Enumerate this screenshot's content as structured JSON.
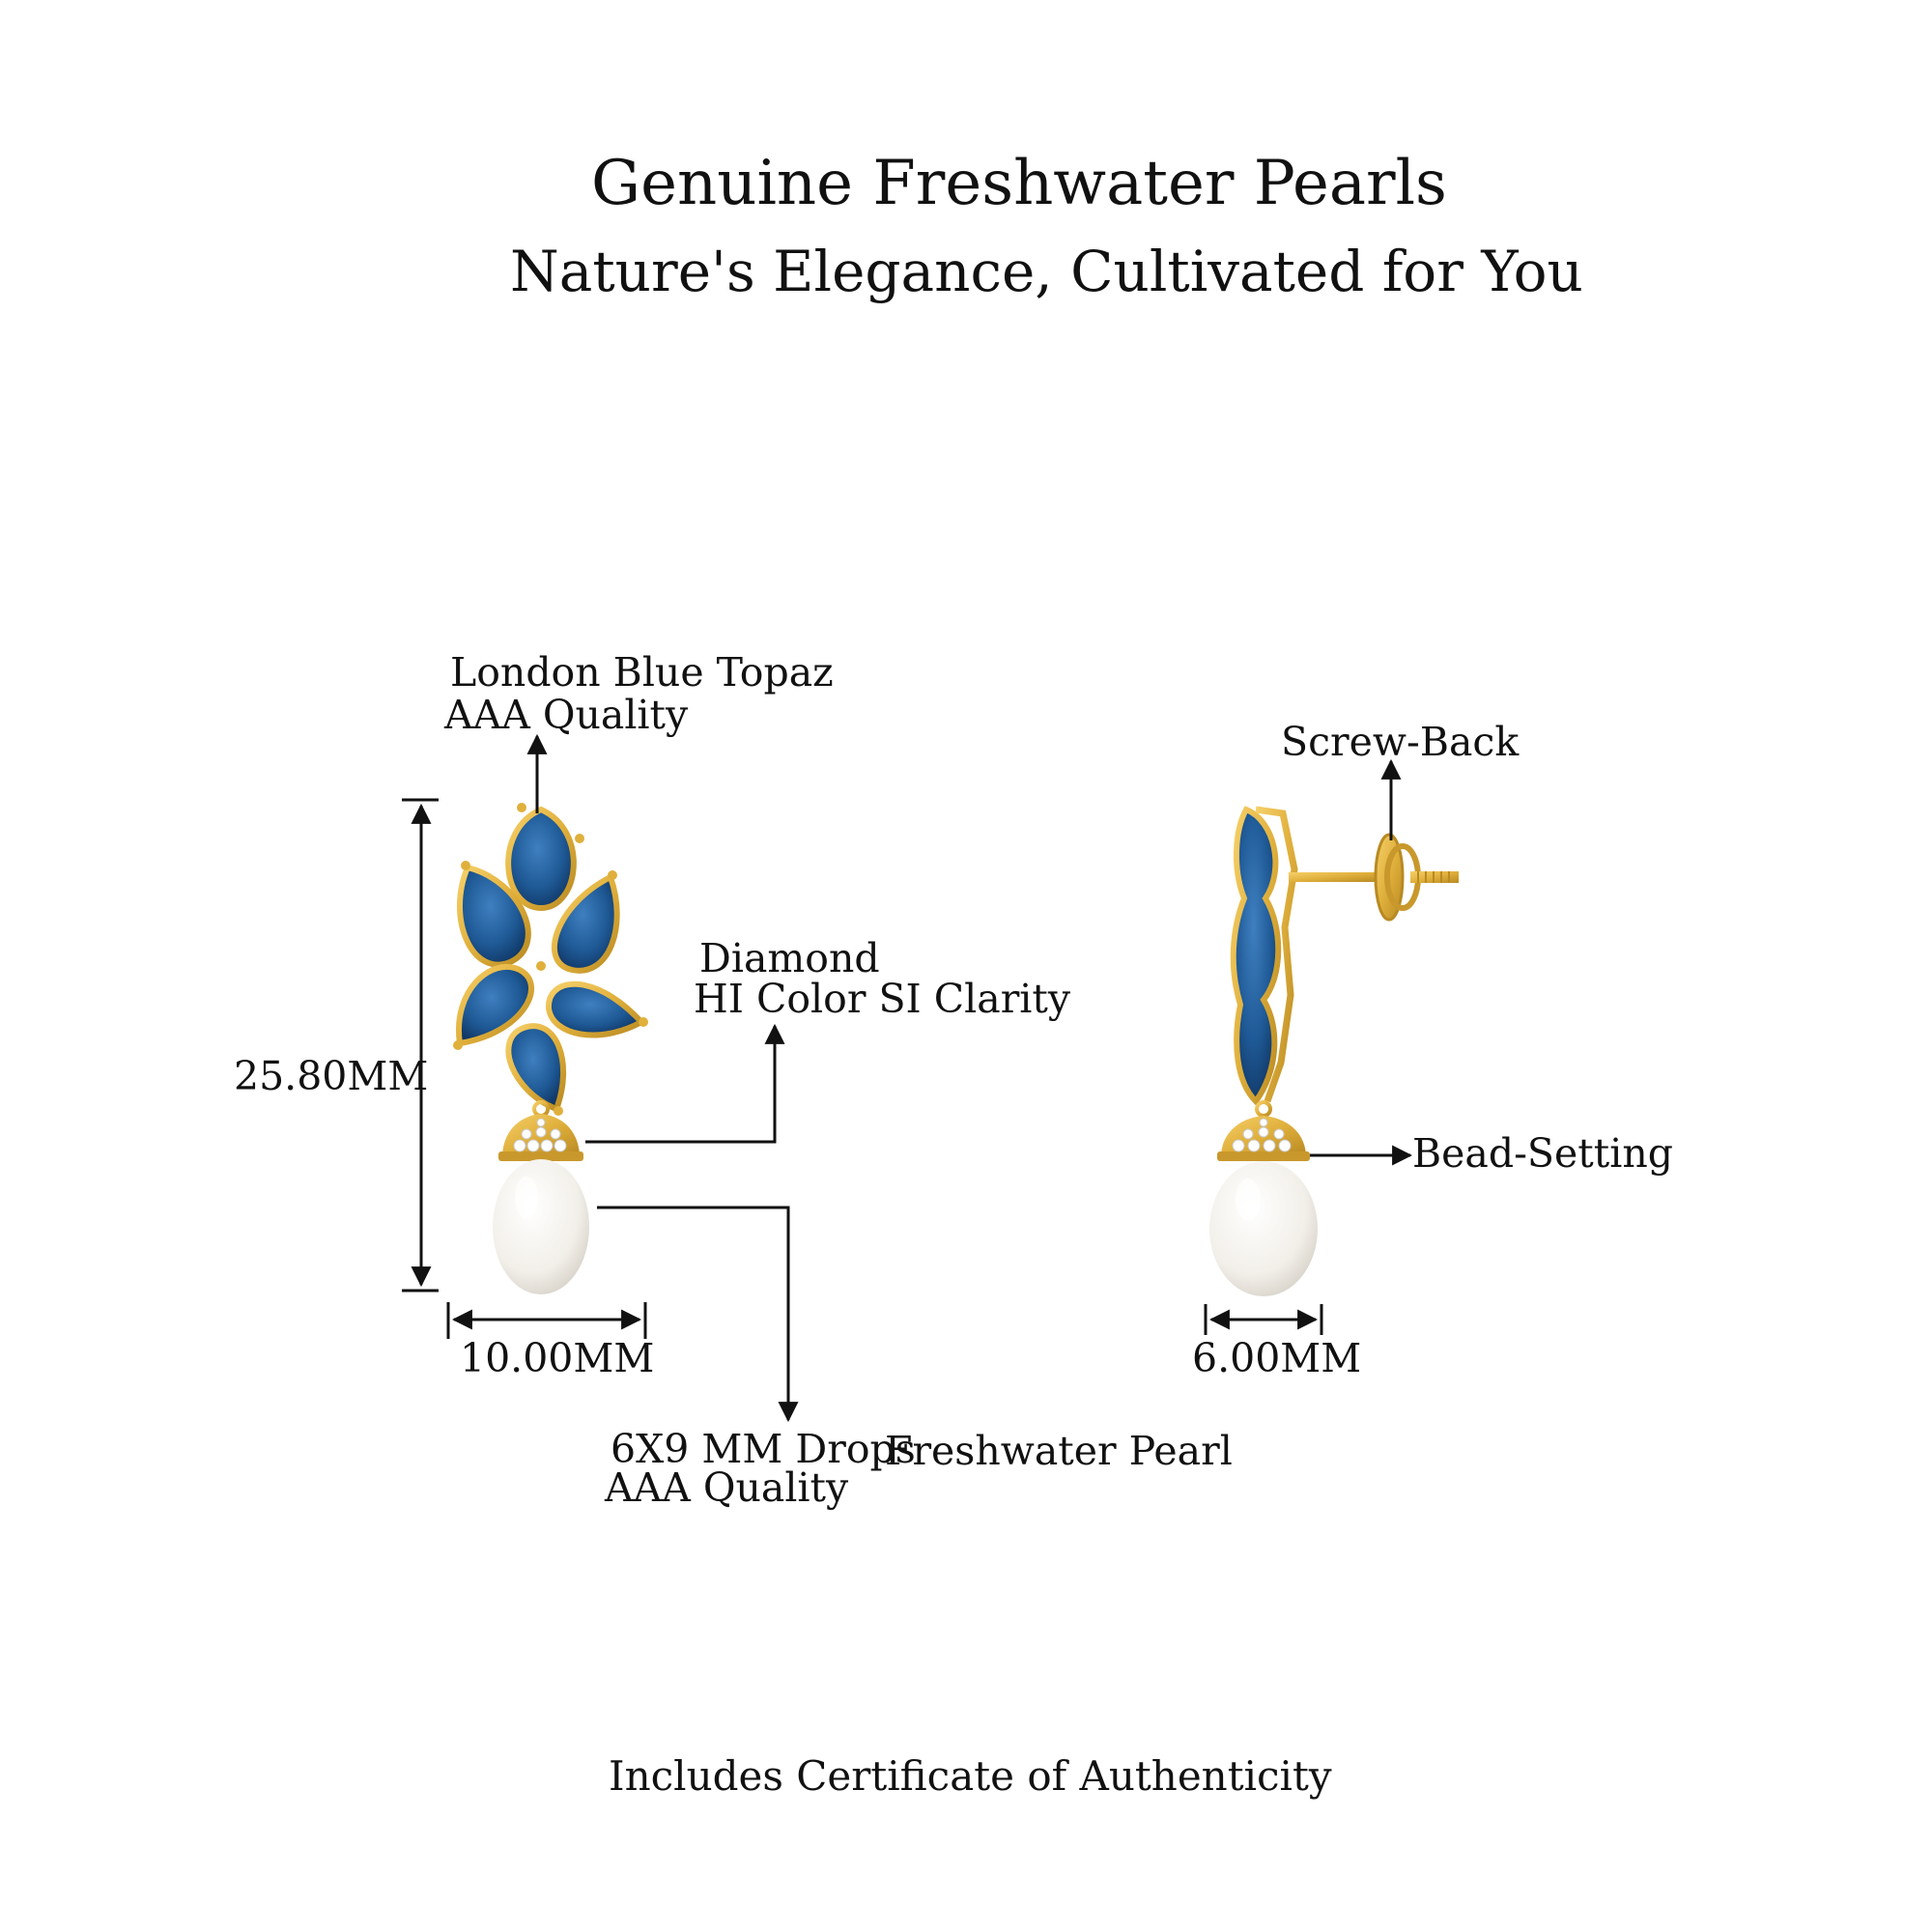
{
  "header": {
    "title": "Genuine Freshwater Pearls",
    "subtitle": "Nature's Elegance, Cultivated for You"
  },
  "front_view": {
    "topaz_label_line1": "London Blue Topaz",
    "topaz_label_line2": "AAA Quality",
    "diamond_label_line1": "Diamond",
    "diamond_label_line2": "HI Color SI Clarity",
    "height_dimension": "25.80MM",
    "width_dimension": "10.00MM",
    "pearl_label_line1a": "6X9 MM Drops",
    "pearl_label_line1b": "Freshwater Pearl",
    "pearl_label_line2": "AAA Quality"
  },
  "side_view": {
    "screw_back_label": "Screw-Back",
    "bead_setting_label": "Bead-Setting",
    "width_dimension": "6.00MM"
  },
  "footer": {
    "certificate_text": "Includes Certificate of Authenticity"
  },
  "colors": {
    "topaz_blue": "#1f5a96",
    "gold": "#e0b03c",
    "pearl": "#f4f1ec",
    "text": "#111111"
  }
}
